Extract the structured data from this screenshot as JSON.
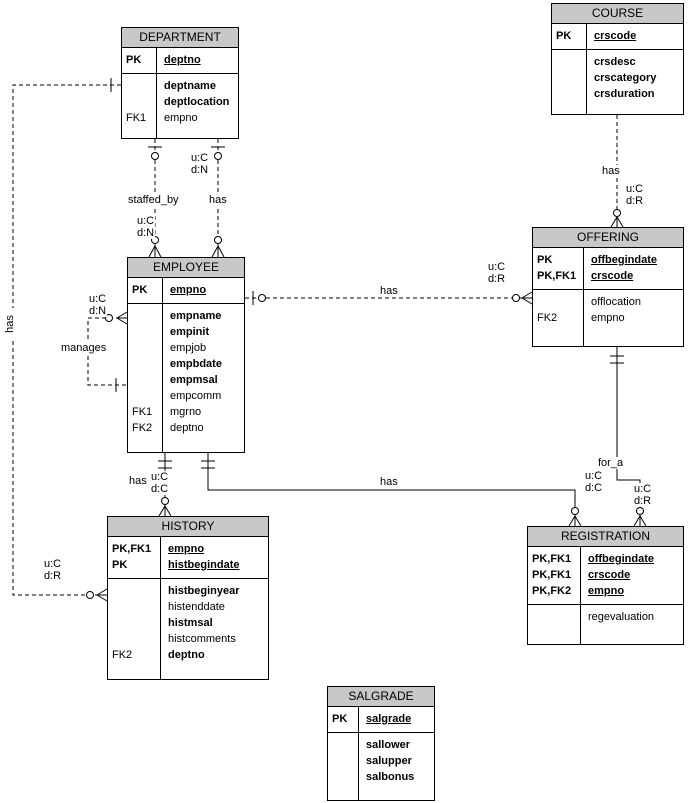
{
  "entities": {
    "department": {
      "title": "DEPARTMENT",
      "pk": [
        {
          "key": "PK",
          "name": "deptno"
        }
      ],
      "attrs": [
        {
          "key": "",
          "name": "deptname"
        },
        {
          "key": "",
          "name": "deptlocation"
        },
        {
          "key": "FK1",
          "name": "empno"
        }
      ]
    },
    "course": {
      "title": "COURSE",
      "pk": [
        {
          "key": "PK",
          "name": "crscode"
        }
      ],
      "attrs": [
        {
          "key": "",
          "name": "crsdesc"
        },
        {
          "key": "",
          "name": "crscategory"
        },
        {
          "key": "",
          "name": "crsduration"
        }
      ]
    },
    "employee": {
      "title": "EMPLOYEE",
      "pk": [
        {
          "key": "PK",
          "name": "empno"
        }
      ],
      "attrs": [
        {
          "key": "",
          "name": "empname"
        },
        {
          "key": "",
          "name": "empinit"
        },
        {
          "key": "",
          "name": "empjob"
        },
        {
          "key": "",
          "name": "empbdate"
        },
        {
          "key": "",
          "name": "empmsal"
        },
        {
          "key": "",
          "name": "empcomm"
        },
        {
          "key": "FK1",
          "name": "mgrno"
        },
        {
          "key": "FK2",
          "name": "deptno"
        }
      ]
    },
    "offering": {
      "title": "OFFERING",
      "pk": [
        {
          "key": "PK",
          "name": "offbegindate"
        },
        {
          "key": "PK,FK1",
          "name": "crscode"
        }
      ],
      "attrs": [
        {
          "key": "",
          "name": "offlocation"
        },
        {
          "key": "FK2",
          "name": "empno"
        }
      ]
    },
    "history": {
      "title": "HISTORY",
      "pk": [
        {
          "key": "PK,FK1",
          "name": "empno"
        },
        {
          "key": "PK",
          "name": "histbegindate"
        }
      ],
      "attrs": [
        {
          "key": "",
          "name": "histbeginyear"
        },
        {
          "key": "",
          "name": "histenddate"
        },
        {
          "key": "",
          "name": "histmsal"
        },
        {
          "key": "",
          "name": "histcomments"
        },
        {
          "key": "FK2",
          "name": "deptno"
        }
      ]
    },
    "registration": {
      "title": "REGISTRATION",
      "pk": [
        {
          "key": "PK,FK1",
          "name": "offbegindate"
        },
        {
          "key": "PK,FK1",
          "name": "crscode"
        },
        {
          "key": "PK,FK2",
          "name": "empno"
        }
      ],
      "attrs": [
        {
          "key": "",
          "name": "regevaluation"
        }
      ]
    },
    "salgrade": {
      "title": "SALGRADE",
      "pk": [
        {
          "key": "PK",
          "name": "salgrade"
        }
      ],
      "attrs": [
        {
          "key": "",
          "name": "sallower"
        },
        {
          "key": "",
          "name": "salupper"
        },
        {
          "key": "",
          "name": "salbonus"
        }
      ]
    }
  },
  "labels": {
    "staffed_by": "staffed_by",
    "dept_employee_has": "has",
    "dept_history_has": "has",
    "manages": "manages",
    "employee_offering_has": "has",
    "course_offering_has": "has",
    "for_a": "for_a",
    "employee_registration_has": "has",
    "employee_history_has": "has"
  },
  "cards": {
    "dept_has_top": [
      "u:C",
      "d:N"
    ],
    "staffed_by_bottom": [
      "u:C",
      "d:N"
    ],
    "manages": [
      "u:C",
      "d:N"
    ],
    "dept_history": [
      "u:C",
      "d:R"
    ],
    "emp_offering": [
      "u:C",
      "d:R"
    ],
    "course_offering": [
      "u:C",
      "d:R"
    ],
    "for_a": [
      "u:C",
      "d:R"
    ],
    "emp_registration": [
      "u:C",
      "d:C"
    ],
    "emp_history": [
      "u:C",
      "d:C"
    ]
  }
}
